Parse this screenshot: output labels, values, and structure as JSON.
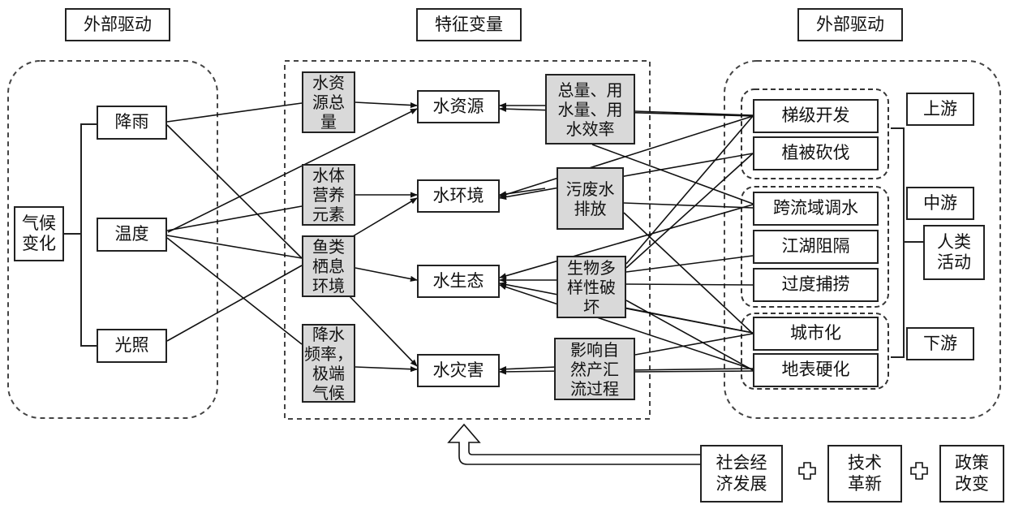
{
  "headers": {
    "left": "外部驱动",
    "middle": "特征变量",
    "right": "外部驱动"
  },
  "climate": {
    "label": "气候\n变化",
    "factors": [
      "降雨",
      "温度",
      "光照"
    ]
  },
  "features": {
    "targets": [
      "水资源",
      "水环境",
      "水生态",
      "水灾害"
    ],
    "left_mediators": [
      "水资\n源总\n量",
      "水体\n营养\n元素",
      "鱼类\n栖息\n环境",
      "降水\n频率，\n极端\n气候"
    ],
    "right_mediators": [
      "总量、用\n水量、用\n水效率",
      "污废水\n排放",
      "生物多\n样性破\n坏",
      "影响自\n然产汇\n流过程"
    ]
  },
  "human": {
    "label": "人类\n活动",
    "reaches": [
      "上游",
      "中游",
      "下游"
    ],
    "activities": [
      "梯级开发",
      "植被砍伐",
      "跨流域调水",
      "江湖阻隔",
      "过度捕捞",
      "城市化",
      "地表硬化"
    ]
  },
  "drivers": [
    "社会经\n济发展",
    "技术\n革新",
    "政策\n改变"
  ]
}
